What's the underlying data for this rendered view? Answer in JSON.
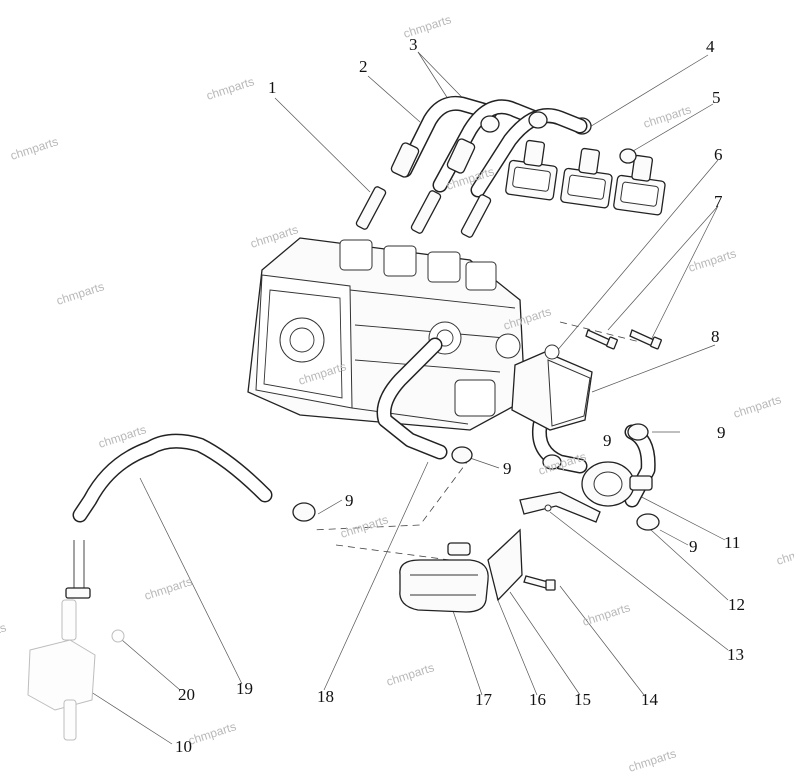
{
  "callouts": {
    "c1": "1",
    "c2": "2",
    "c3": "3",
    "c4": "4",
    "c5": "5",
    "c6": "6",
    "c7": "7",
    "c8": "8",
    "c9a": "9",
    "c9b": "9",
    "c9c": "9",
    "c9d": "9",
    "c9e": "9",
    "c10": "10",
    "c11": "11",
    "c12": "12",
    "c13": "13",
    "c14": "14",
    "c15": "15",
    "c16": "16",
    "c17": "17",
    "c18": "18",
    "c19": "19",
    "c20": "20"
  },
  "watermarks": {
    "w1": "chmparts",
    "w2": "chmparts",
    "w3": "chmparts",
    "w4": "chmparts",
    "w5": "chmparts",
    "w6": "chmparts",
    "w7": "chmparts",
    "w8": "chmparts",
    "w9": "chmparts",
    "w10": "chmparts",
    "w11": "chmparts",
    "w12": "chmparts",
    "w13": "chmparts",
    "w14": "chmparts",
    "w15": "chmparts",
    "w16": "chmparts",
    "w17": "chmparts",
    "w18": "chmparts",
    "w19": "chmparts",
    "w20": "chmparts",
    "w21": "chmparts"
  }
}
